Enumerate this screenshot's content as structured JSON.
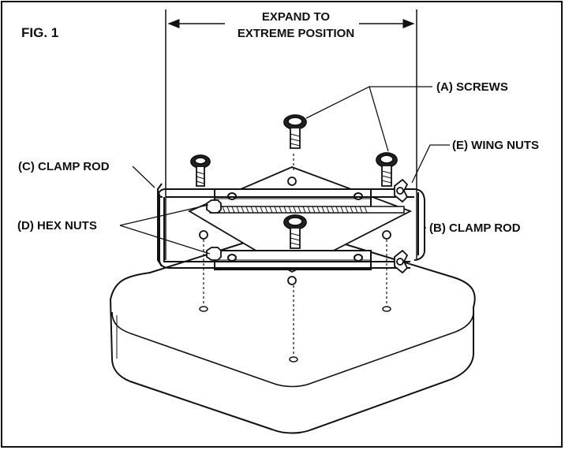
{
  "figure": {
    "title": "FIG. 1",
    "expand_line1": "EXPAND TO",
    "expand_line2": "EXTREME POSITION"
  },
  "labels": {
    "screws": "(A) SCREWS",
    "wing_nuts": "(E) WING NUTS",
    "clamp_rod_c": "(C) CLAMP ROD",
    "hex_nuts": "(D) HEX NUTS",
    "clamp_rod_b": "(B) CLAMP ROD"
  },
  "colors": {
    "ink": "#111111",
    "paper": "#ffffff",
    "shade": "#d9d9d9"
  }
}
